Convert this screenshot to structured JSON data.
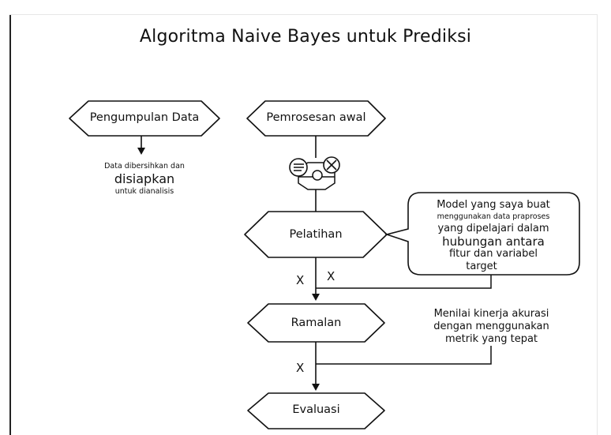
{
  "title": "Algoritma Naive Bayes untuk Prediksi",
  "nodes": {
    "collect": "Pengumpulan Data",
    "preprocess": "Pemrosesan awal",
    "train": "Pelatihan",
    "predict": "Ramalan",
    "evaluate": "Evaluasi"
  },
  "collect_note": {
    "line1": "Data dibersihkan dan",
    "line2": "disiapkan",
    "line3": "untuk dianalisis"
  },
  "train_note": {
    "line1": "Model yang saya buat",
    "line2": "menggunakan data praproses",
    "line3": "yang dipelajari dalam",
    "line4": "hubungan antara",
    "line5": "fitur dan variabel",
    "line6": "target"
  },
  "predict_note": {
    "line1": "Menilai kinerja akurasi",
    "line2": "dengan menggunakan",
    "line3": "metrik yang tepat"
  },
  "markers": {
    "x1": "X",
    "x2": "X",
    "x3": "X"
  },
  "icons": [
    "list-icon",
    "close-circle-icon",
    "gear-icon"
  ]
}
